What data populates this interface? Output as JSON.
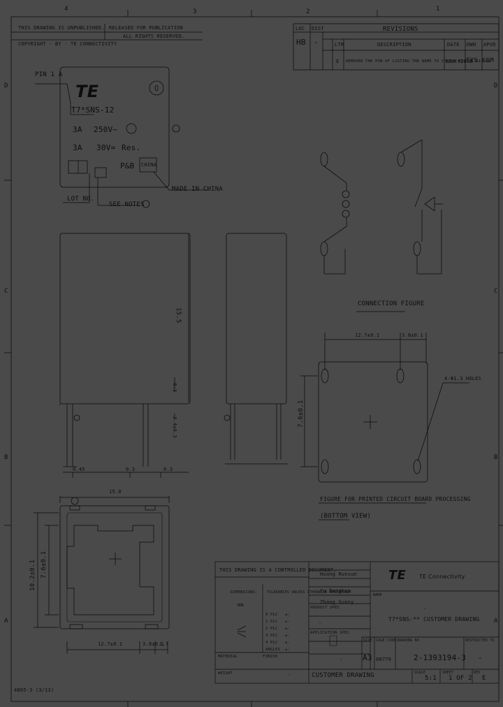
{
  "zones": {
    "top": [
      "4",
      "3",
      "2",
      "1"
    ],
    "side": [
      "D",
      "C",
      "B",
      "A"
    ]
  },
  "header": {
    "line1": "THIS DRAWING IS UNPUBLISHED.",
    "line2": "COPYRIGHT  -  BY  -  TE CONNECTIVITY",
    "release": "RELEASED FOR PUBLICATION",
    "rights": "ALL RIGHTS RESERVED."
  },
  "revisions": {
    "title": "REVISIONS",
    "loc_label": "LOC",
    "dist_label": "DIST",
    "loc_value": "HB",
    "dist_value": "-",
    "ltr_head": "LTR",
    "desc_head": "DESCRIPTION",
    "date_head": "DATE",
    "dwn_head": "DWN",
    "apvd_head": "APVD",
    "ltr": "E",
    "desc": "REMOVED THE PIN OF LISTING THE NAME TO CHANGE ECO-16-011581",
    "date": "12Oct2016",
    "dwn": "FYS",
    "apvd": "CSM"
  },
  "relay_top": {
    "pin_a_label": "PIN 1 A",
    "brand": "TE",
    "model": "T7*SNS-12",
    "rating1_a": "3A",
    "rating1_v": "250V~",
    "rating2_a": "3A",
    "rating2_v": "30V=",
    "rating2_type": "Res.",
    "pb": "P&B",
    "china": "CHINA",
    "made_in": "MADE IN CHINA",
    "lot": "LOT NO.",
    "see_notes": "SEE NOTES"
  },
  "dims": {
    "width_top": "15.0",
    "pin_off": "0.45",
    "d03a": "0.3",
    "d03b": "0.3",
    "pin_len": "3.4±0.3",
    "side_height": "15.5",
    "side_h2": "0.3",
    "bot_w": "10.2±0.1",
    "bot_h": "7.6±0.1",
    "bot_pitch": "12.7±0.1",
    "bot_p2": "3.8±0.1",
    "bot_last": "1.7"
  },
  "connection": {
    "label": "CONNECTION FIGURE"
  },
  "pcb": {
    "d1": "12.7±0.1",
    "d2": "3.8±0.1",
    "d3": "7.6±0.1",
    "holes": "4-Φ1.3 HOLES",
    "label1": "FIGURE FOR PRINTED CIRCUIT BOARD PROCESSING",
    "label2": "(BOTTOM VIEW)"
  },
  "title_block": {
    "controlled": "THIS DRAWING IS A CONTROLLED DOCUMENT.",
    "dwn": "Huang Runsun",
    "chk": "Yu Bangbua",
    "appr": "Zhang Sunny",
    "dims_label": "DIMENSIONS:",
    "tol_label": "TOLERANCES UNLESS OTHERWISE SPECIFIED:",
    "mm": "mm",
    "tolerances": [
      "0 PLC",
      "1 PLC",
      "2 PLC",
      "3 PLC",
      "4 PLC",
      "ANGLES"
    ],
    "tol_values": [
      "±-",
      "±-",
      "±-",
      "±-",
      "±-",
      "±-"
    ],
    "material": "MATERIAL",
    "finish": "FINISH",
    "product_spec": "PRODUCT SPEC",
    "application_spec": "APPLICATION SPEC",
    "weight": "WEIGHT",
    "dash": "-",
    "brand_logo": "TE",
    "brand_name": "TE Connectivity",
    "name_head": "NAME",
    "drawing_name": "T7*SNS-** CUSTOMER DRAWING",
    "size_head": "SIZE",
    "cage_head": "CAGE CODE",
    "dwg_head": "DRAWING NO",
    "restricted_head": "RESTRICTED TO",
    "size": "A3",
    "cage": "00779",
    "dwg_no": "2-1393194-3",
    "restricted": "-",
    "customer": "CUSTOMER DRAWING",
    "scale_head": "SCALE",
    "sheet_head": "SHEET",
    "rev_head": "REV",
    "scale": "5:1",
    "sheet": "1 OF 2",
    "rev": "E",
    "form": "4805-3 (3/13)"
  }
}
